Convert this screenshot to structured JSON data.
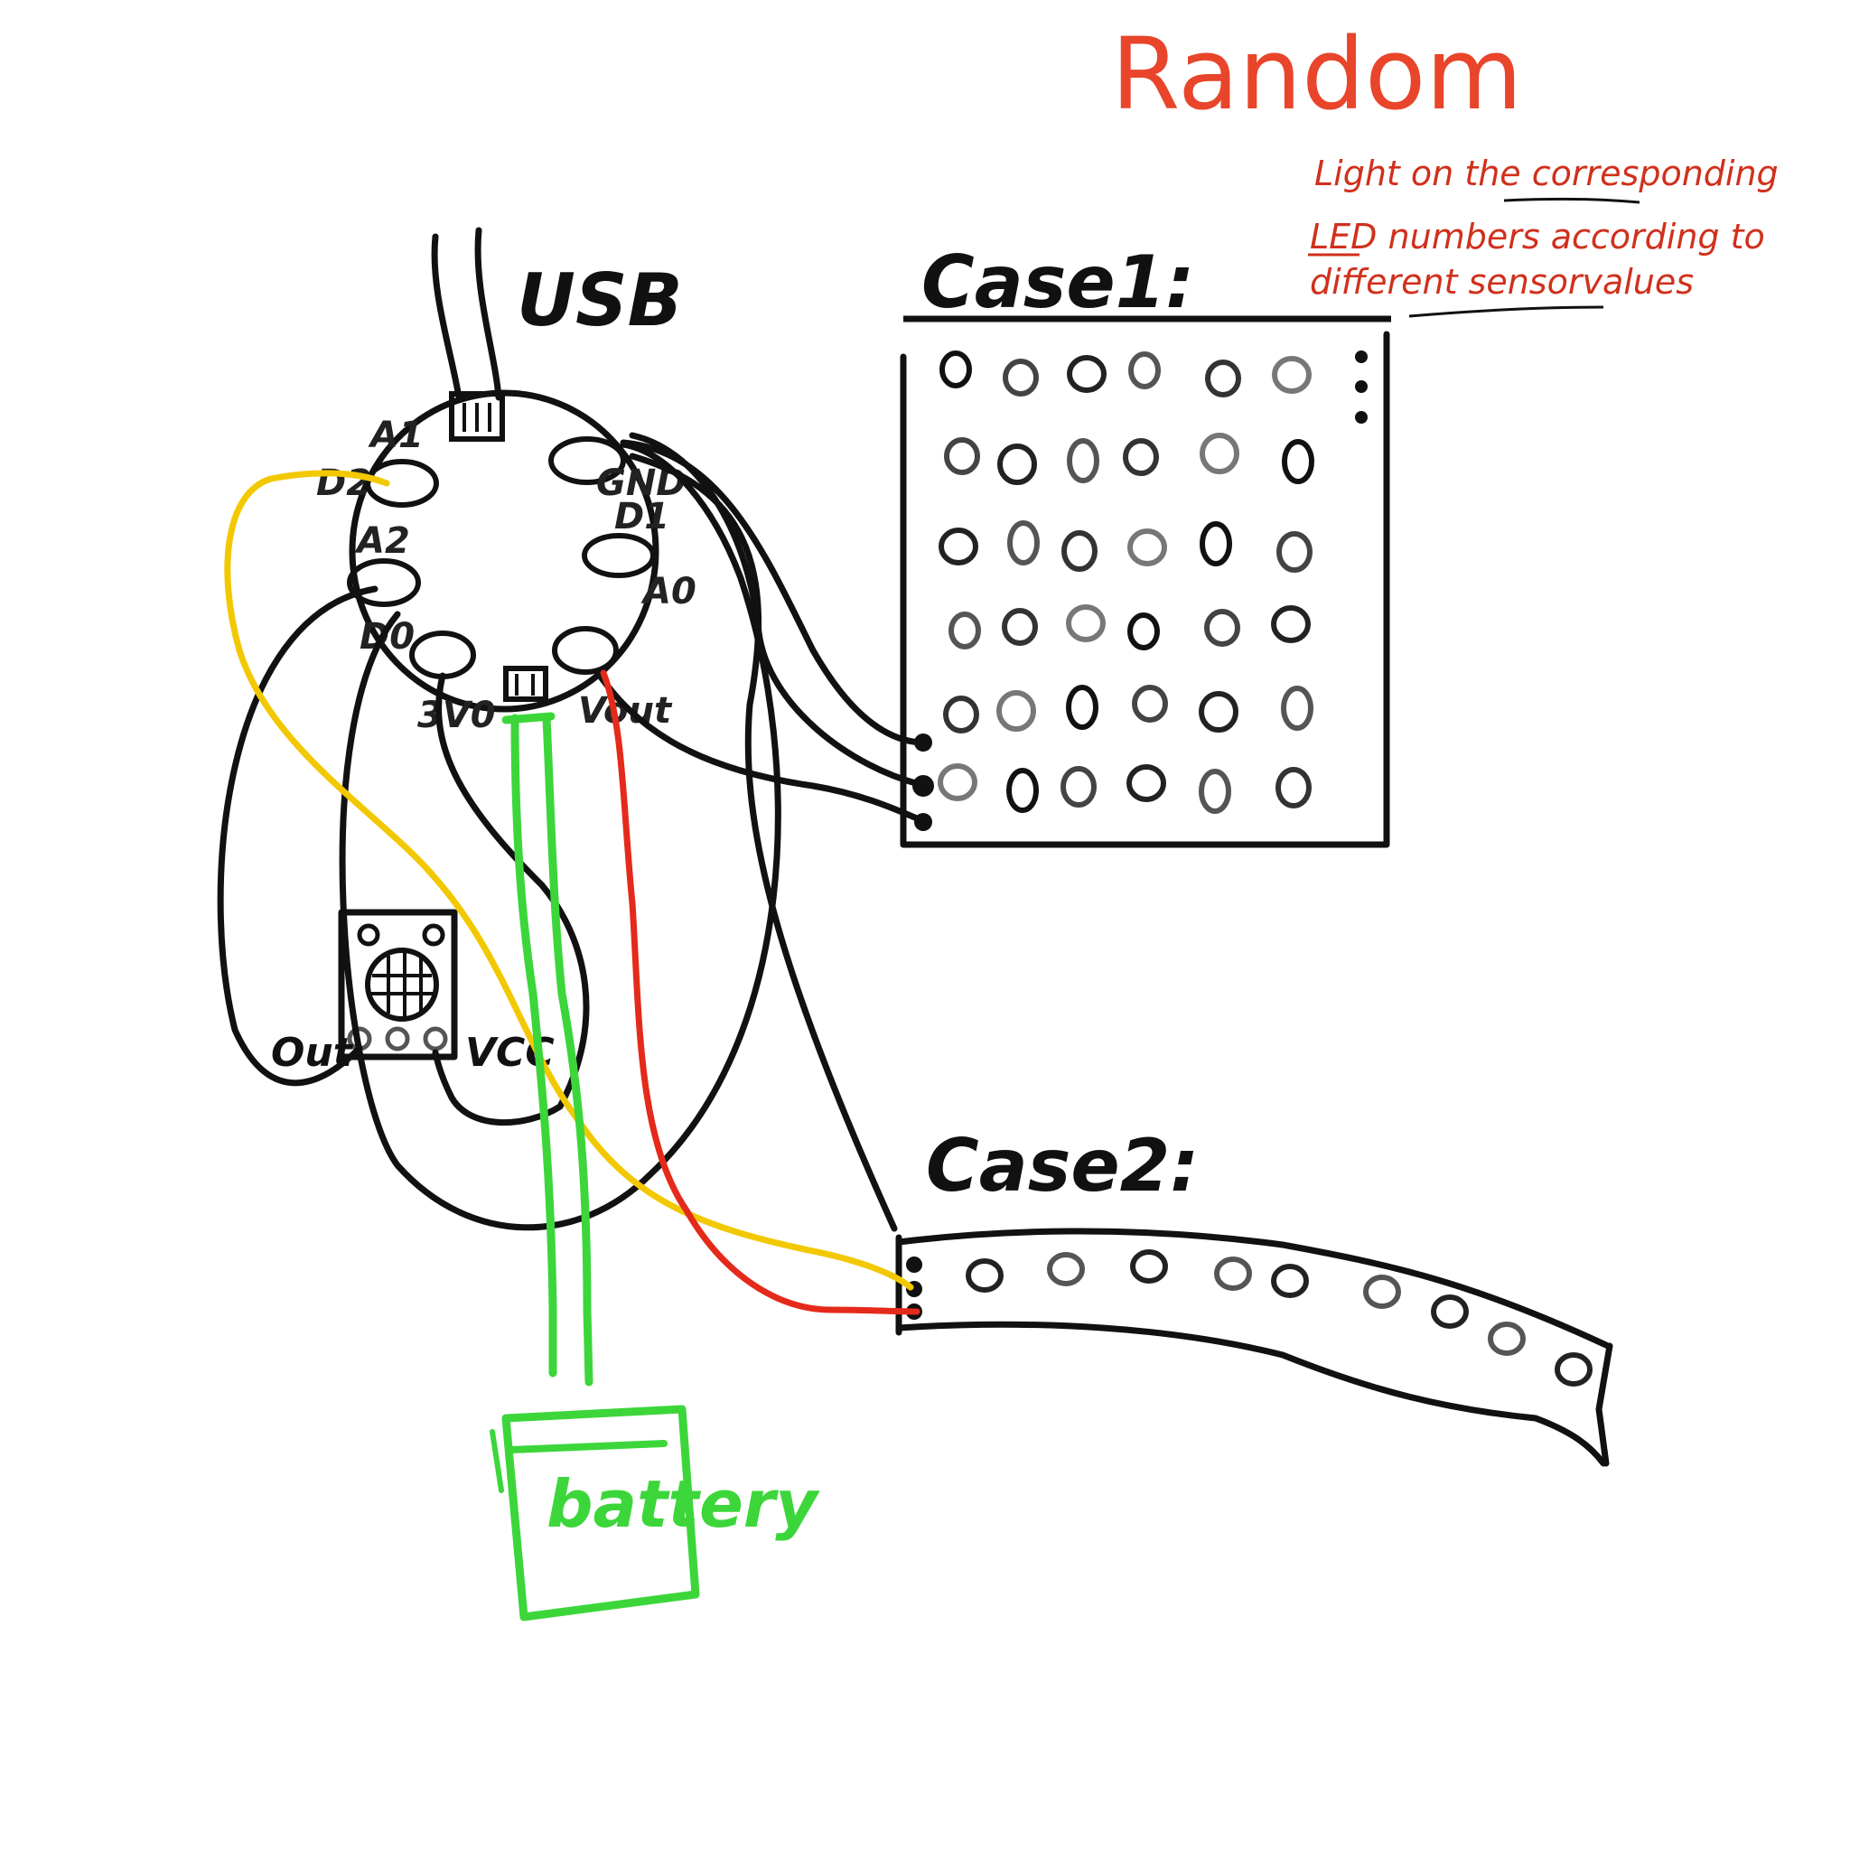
{
  "title": "Random",
  "note": {
    "line1": "Light on the corresponding",
    "line2": "LED numbers according to",
    "line3": "different sensorvalues"
  },
  "labels": {
    "usb": "USB",
    "case1": "Case1:",
    "case2": "Case2:",
    "battery": "battery",
    "vcc": "VCC",
    "out": "Out"
  },
  "board_pins": {
    "a1": "A1",
    "d2": "D2",
    "a2": "A2",
    "d0": "D0",
    "three_v": "3V0",
    "vout": "Vout",
    "a0": "A0",
    "d1": "D1",
    "gnd": "GND"
  },
  "colors": {
    "ink": "#111111",
    "title_red": "#e8452b",
    "note_red": "#d0301c",
    "wire_yellow": "#f2c800",
    "wire_green": "#3cd63a",
    "wire_red": "#e42a1a"
  }
}
